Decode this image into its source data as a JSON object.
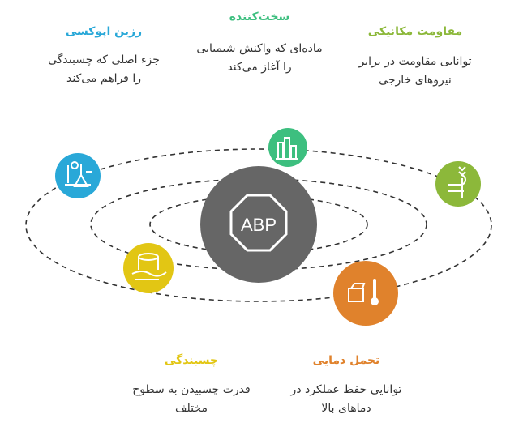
{
  "center": {
    "label": "ABP",
    "color": "#666666"
  },
  "items": [
    {
      "title": "رزین اپوکسی",
      "desc": [
        "جزء اصلی که چسبندگی",
        "را فراهم می‌کند"
      ],
      "color": "#29a8d8",
      "icon": "lab-flask-icon"
    },
    {
      "title": "سخت‌کننده",
      "desc": [
        "ماده‌ای که واکنش شیمیایی",
        "را آغاز می‌کند"
      ],
      "color": "#3dbf7f",
      "icon": "factory-icon"
    },
    {
      "title": "مقاومت مکانیکی",
      "desc": [
        "توانایی مقاومت در برابر",
        "نیروهای خارجی"
      ],
      "color": "#8cb83a",
      "icon": "shield-hand-icon"
    },
    {
      "title": "چسبندگی",
      "desc": [
        "قدرت چسبیدن به سطوح",
        "مختلف"
      ],
      "color": "#e2c614",
      "icon": "glue-pot-icon"
    },
    {
      "title": "تحمل دمایی",
      "desc": [
        "توانایی حفظ عملکرد در",
        "دماهای بالا"
      ],
      "color": "#e0822c",
      "icon": "thermometer-box-icon"
    }
  ]
}
